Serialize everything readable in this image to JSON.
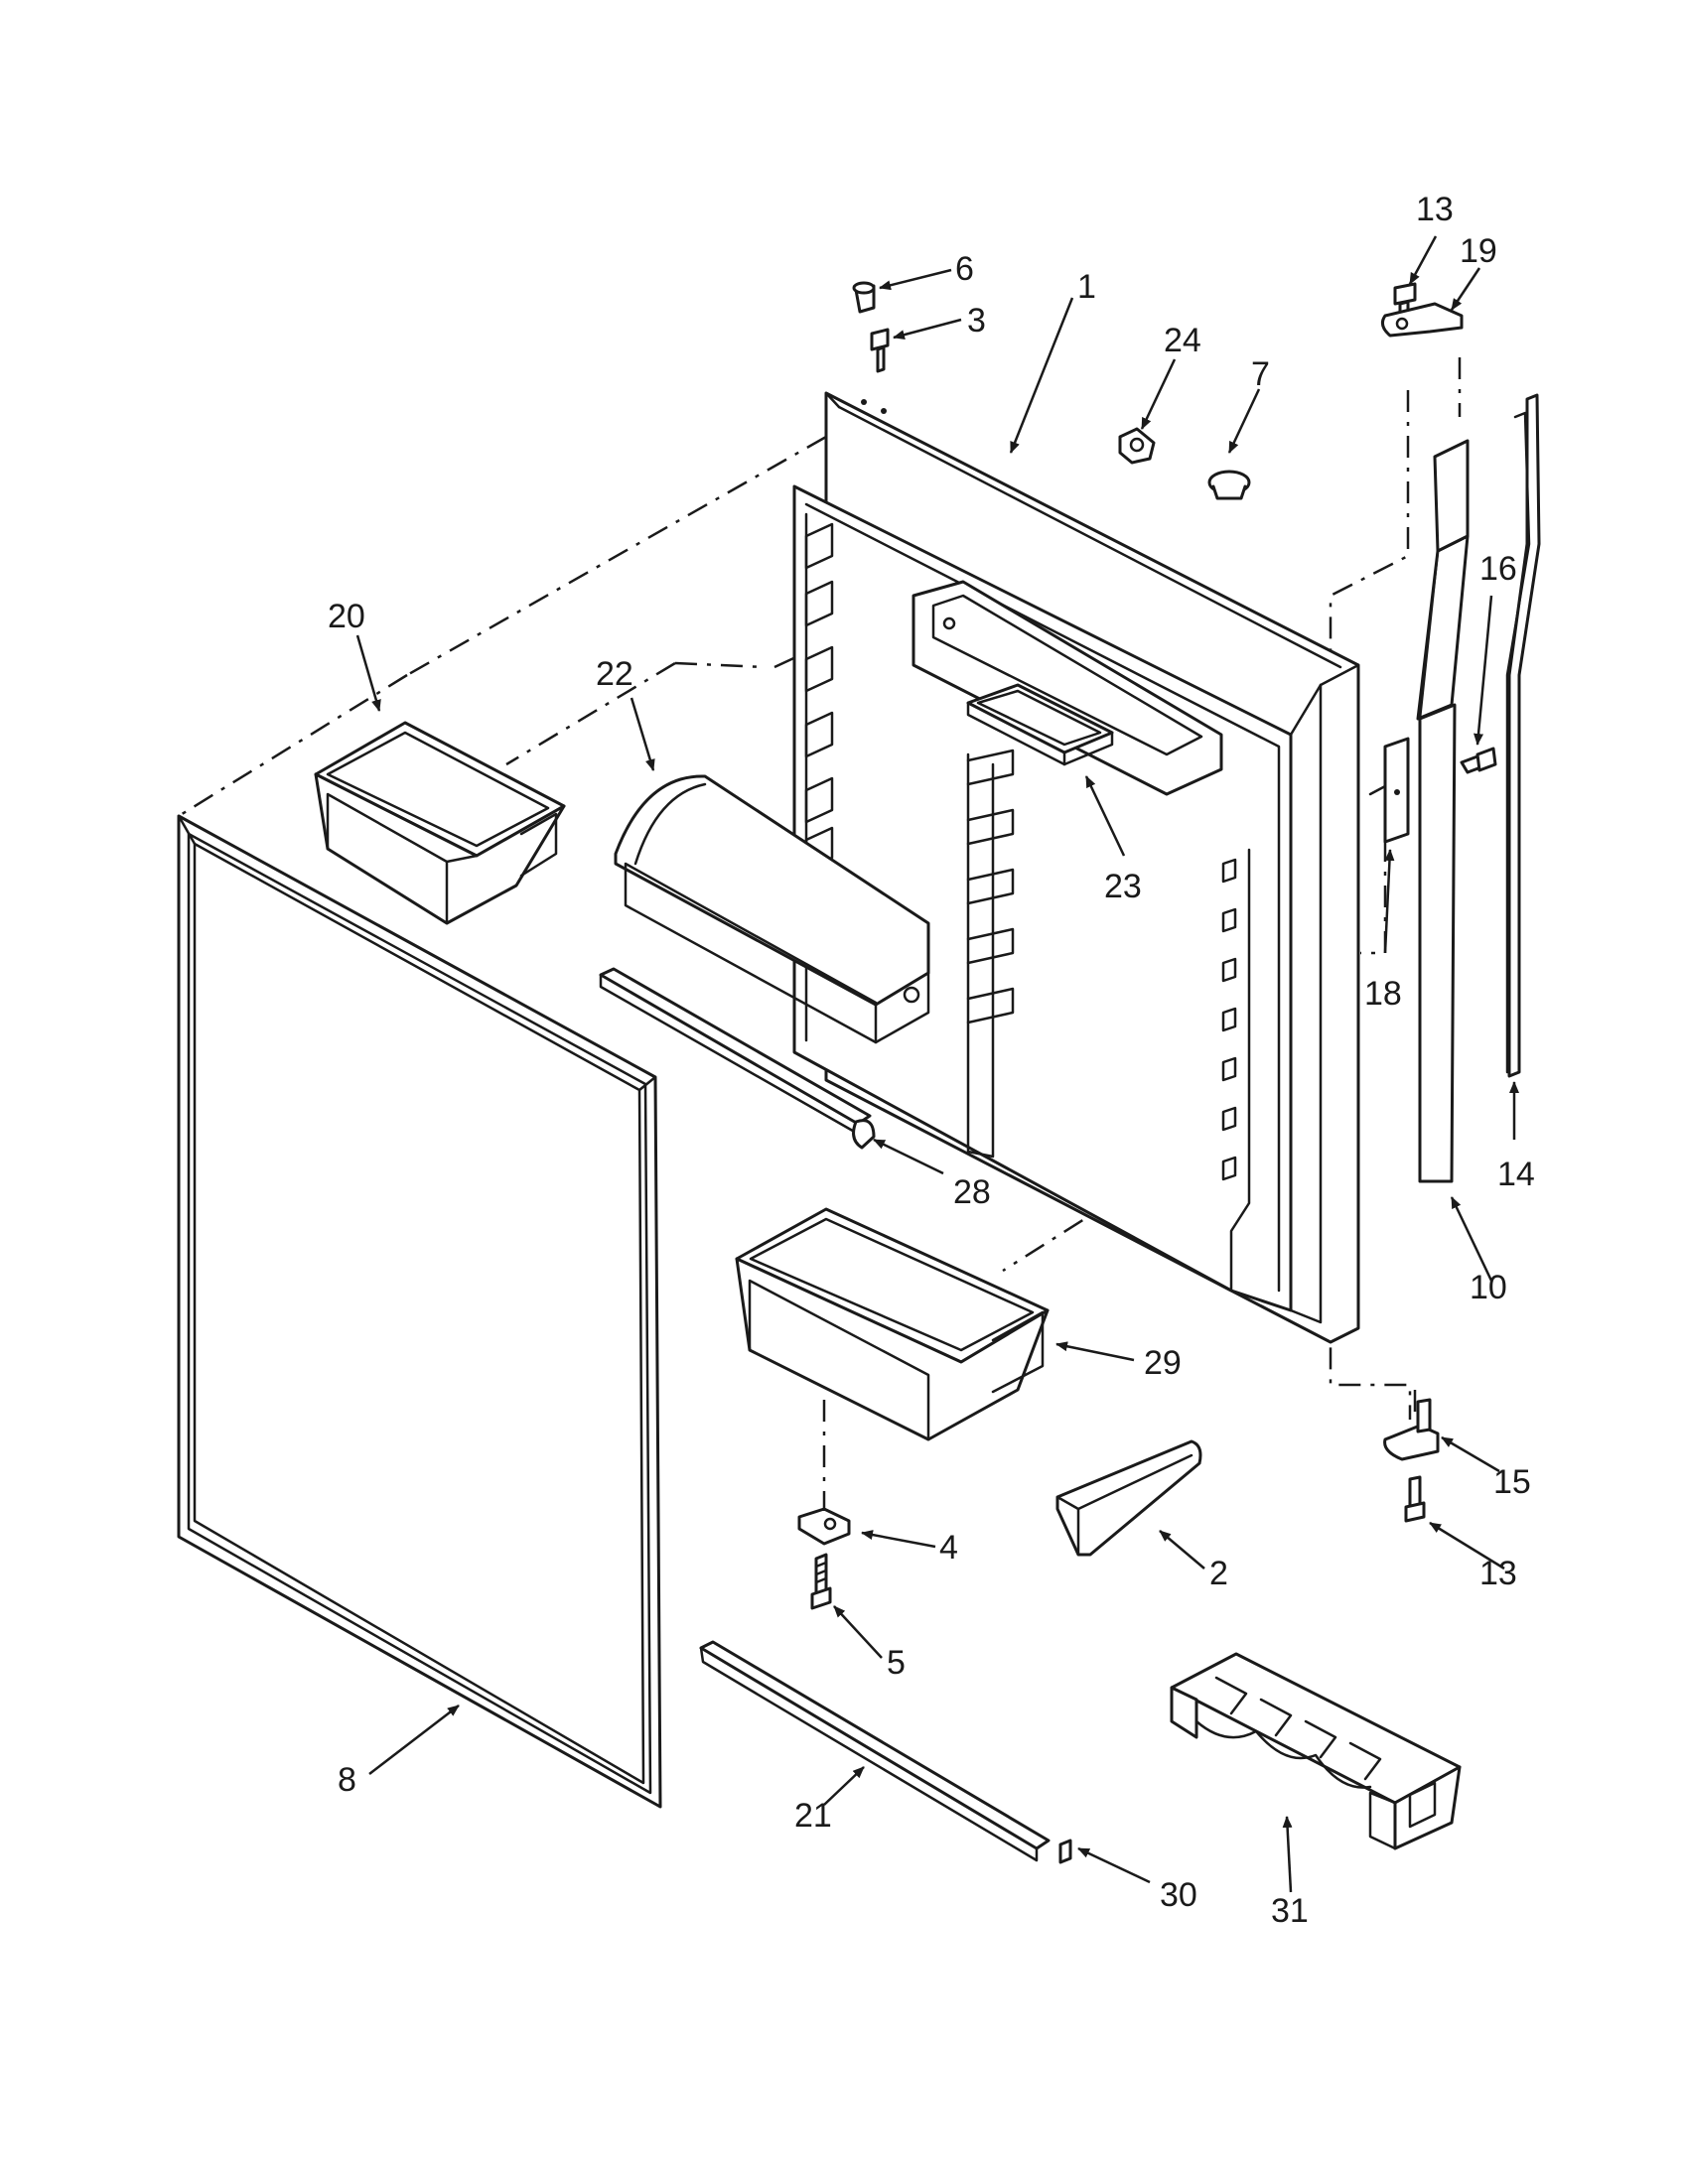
{
  "diagram": {
    "callouts": [
      "1",
      "2",
      "3",
      "4",
      "5",
      "6",
      "7",
      "8",
      "10",
      "13",
      "13",
      "14",
      "15",
      "16",
      "18",
      "19",
      "20",
      "21",
      "22",
      "23",
      "24",
      "28",
      "29",
      "30",
      "31"
    ]
  },
  "colors": {
    "line": "#1a1a1a",
    "background": "#ffffff"
  }
}
